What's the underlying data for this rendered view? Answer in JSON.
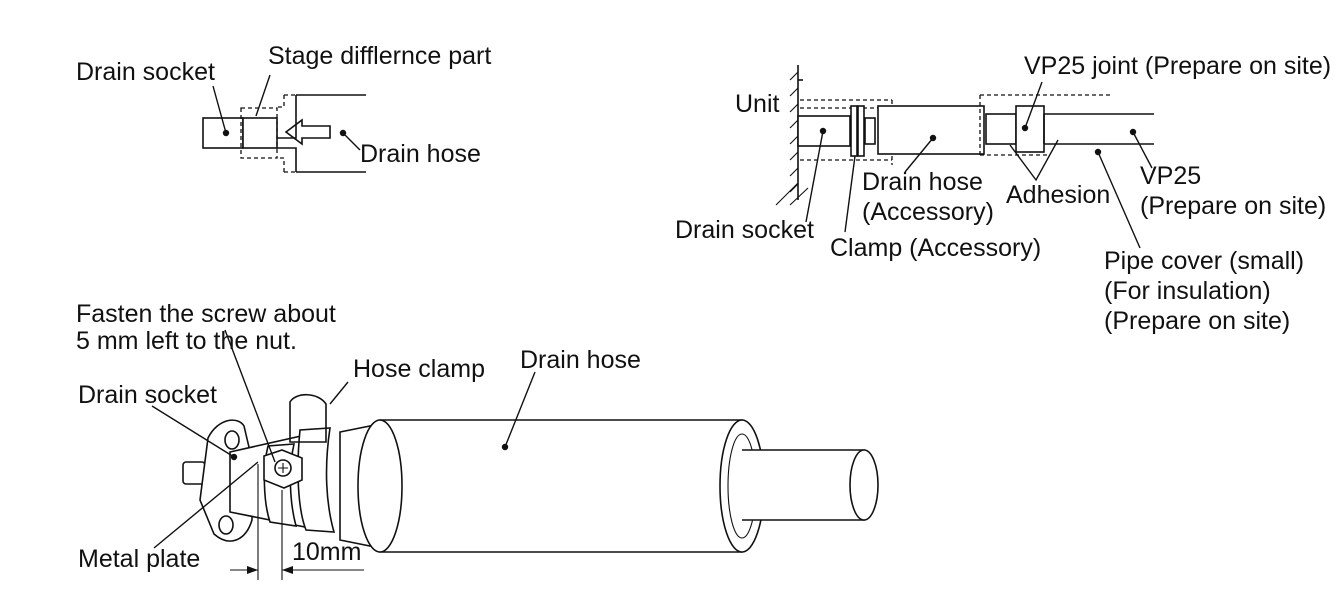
{
  "top_left": {
    "drain_socket": "Drain socket",
    "stage_difference_part": "Stage difflernce part",
    "drain_hose": "Drain hose"
  },
  "top_right": {
    "unit": "Unit",
    "vp25_joint": "VP25 joint (Prepare on site)",
    "drain_hose": "Drain hose",
    "drain_hose_accessory": "(Accessory)",
    "adhesion": "Adhesion",
    "vp25": "VP25",
    "vp25_prepare": "(Prepare on site)",
    "drain_socket": "Drain socket",
    "clamp": "Clamp (Accessory)",
    "pipe_cover_line1": "Pipe cover (small)",
    "pipe_cover_line2": "(For insulation)",
    "pipe_cover_line3": "(Prepare on site)"
  },
  "bottom": {
    "fasten_line1": "Fasten the screw about",
    "fasten_line2": "5 mm left to the nut.",
    "hose_clamp": "Hose clamp",
    "drain_hose": "Drain hose",
    "drain_socket": "Drain socket",
    "metal_plate": "Metal plate",
    "dimension": "10mm"
  }
}
